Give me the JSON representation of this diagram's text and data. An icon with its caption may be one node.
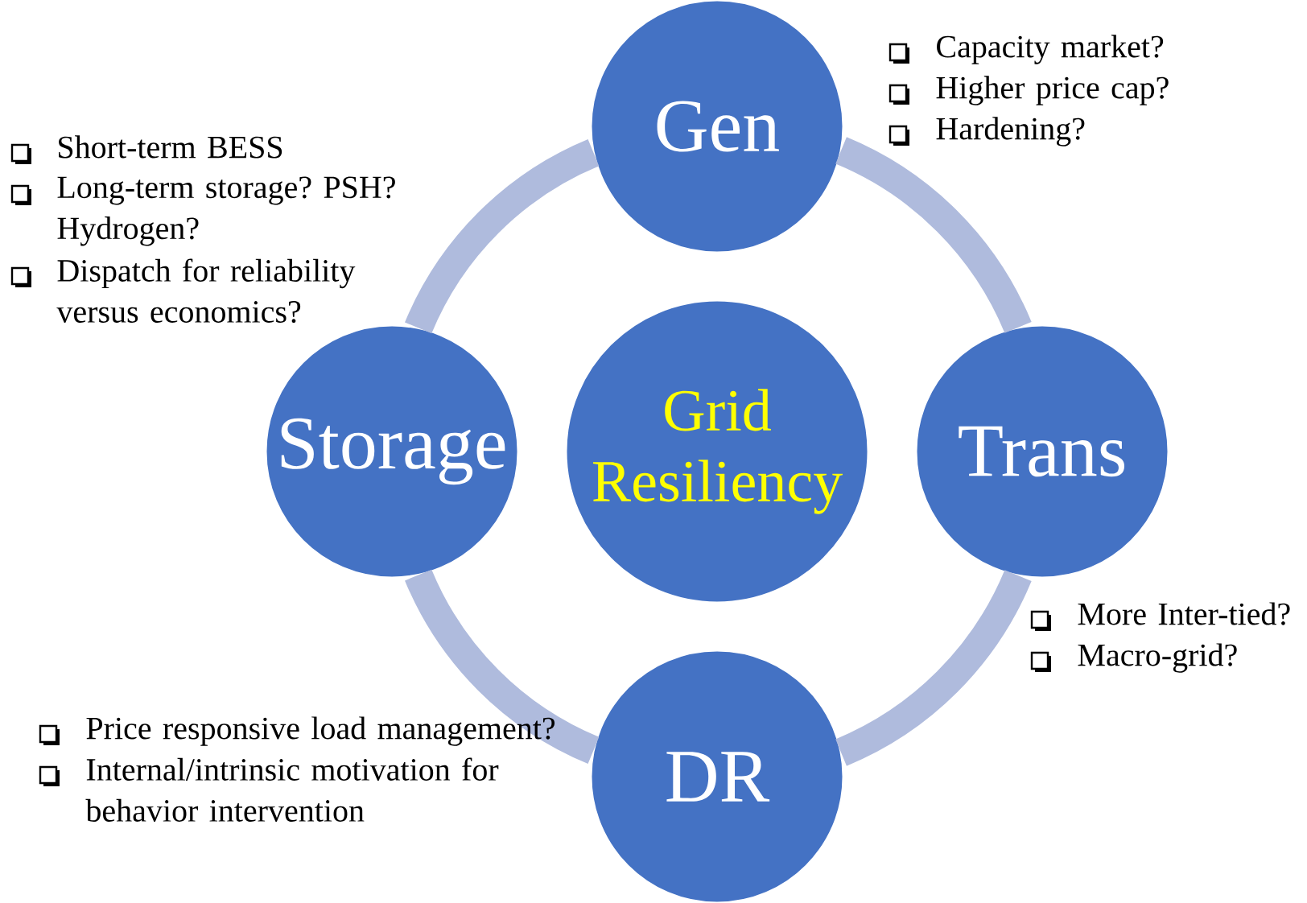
{
  "diagram": {
    "nodes": [
      {
        "text": [
          "Gen"
        ],
        "beside": [
          "Capacity market?",
          "Higher price cap?",
          "Hardening?"
        ]
      },
      {
        "text": [
          "Storage"
        ],
        "beside": [
          "Short-term BESS",
          "Long-term storage? PSH? Hydrogen?",
          "Dispatch for reliability versus economics?"
        ]
      },
      {
        "text": [
          "Grid Resiliency"
        ]
      },
      {
        "text": [
          "Trans"
        ],
        "beside": [
          "More Inter-tied?",
          "Macro-grid?"
        ]
      },
      {
        "text": [
          "DR"
        ],
        "beside": [
          "Price responsive load management?",
          "Internal/intrinsic motivation for behavior intervention"
        ]
      }
    ],
    "edges": [
      {
        "from": 0,
        "to": 3,
        "arrow": "none"
      },
      {
        "from": 3,
        "to": 4,
        "arrow": "none"
      },
      {
        "from": 4,
        "to": 1,
        "arrow": "none"
      },
      {
        "from": 1,
        "to": 0,
        "arrow": "none"
      }
    ]
  }
}
